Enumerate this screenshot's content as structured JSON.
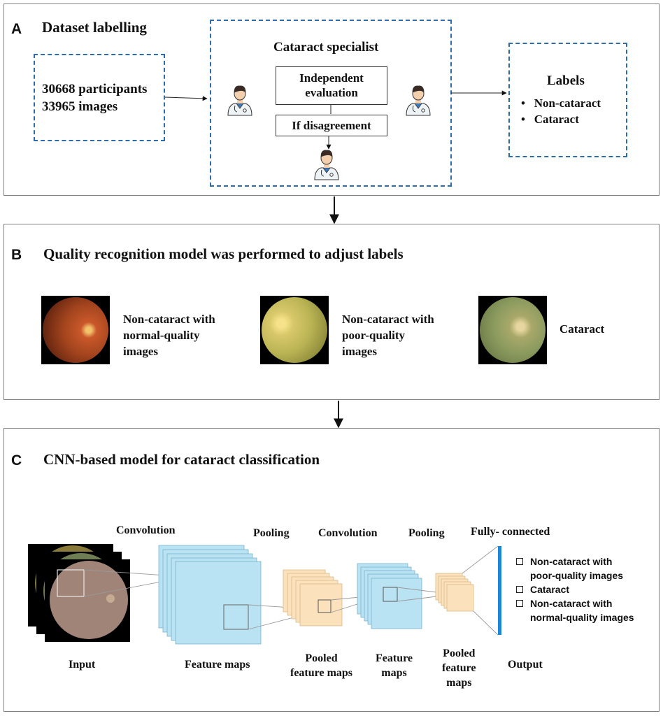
{
  "panel_a": {
    "letter": "A",
    "title": "Dataset labelling",
    "participants": "30668 participants",
    "images": "33965 images",
    "specialist_title": "Cataract specialist",
    "independent": "Independent evaluation",
    "disagreement": "If disagreement",
    "labels_title": "Labels",
    "labels": [
      "Non-cataract",
      "Cataract"
    ]
  },
  "panel_b": {
    "letter": "B",
    "title": "Quality recognition model was performed to adjust labels",
    "items": [
      {
        "label_lines": [
          "Non-cataract with",
          "normal-quality",
          "images"
        ]
      },
      {
        "label_lines": [
          "Non-cataract with",
          "poor-quality",
          "images"
        ]
      },
      {
        "label_lines": [
          "Cataract"
        ]
      }
    ]
  },
  "panel_c": {
    "letter": "C",
    "title": "CNN-based model for cataract classification",
    "stage_labels": {
      "conv1": "Convolution",
      "pool1": "Pooling",
      "conv2": "Convolution",
      "pool2": "Pooling",
      "fc": "Fully- connected",
      "input": "Input",
      "feature_maps": "Feature maps",
      "pooled1": [
        "Pooled",
        "feature maps"
      ],
      "feature2": [
        "Feature",
        "maps"
      ],
      "pooled2": [
        "Pooled",
        "feature",
        "maps"
      ],
      "output": "Output"
    },
    "outputs": [
      {
        "lines": [
          "Non-cataract with",
          "poor-quality images"
        ]
      },
      {
        "lines": [
          "Cataract"
        ]
      },
      {
        "lines": [
          "Non-cataract with",
          "normal-quality images"
        ]
      }
    ]
  },
  "colors": {
    "dash_blue": "#2f6da8",
    "feature_blue": "#b9e2f3",
    "pooled_orange": "#fbe2bd",
    "fc_bar": "#1f86d6"
  }
}
